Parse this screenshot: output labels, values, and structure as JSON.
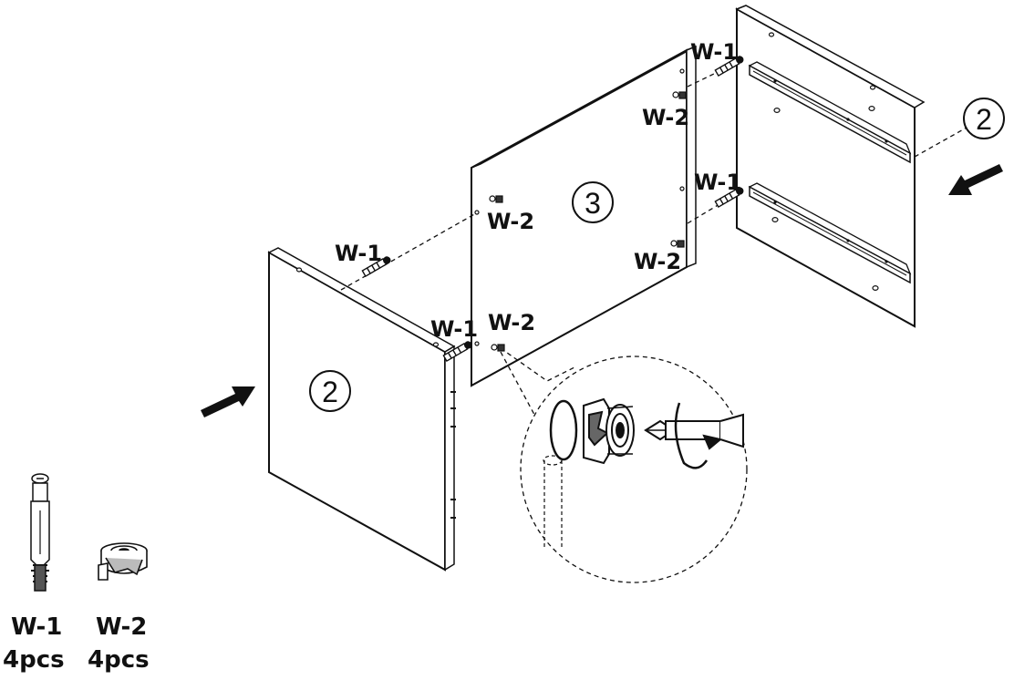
{
  "diagram": {
    "panels": {
      "left_panel_number": "2",
      "center_panel_number": "3",
      "right_panel_number": "2"
    },
    "labels": {
      "w1": "W-1",
      "w2": "W-2"
    },
    "parts": [
      {
        "code": "W-1",
        "qty": "4pcs",
        "icon": "cam-bolt-icon"
      },
      {
        "code": "W-2",
        "qty": "4pcs",
        "icon": "cam-lock-nut-icon"
      }
    ],
    "colors": {
      "line": "#111111",
      "panel": "#ffffff"
    }
  }
}
